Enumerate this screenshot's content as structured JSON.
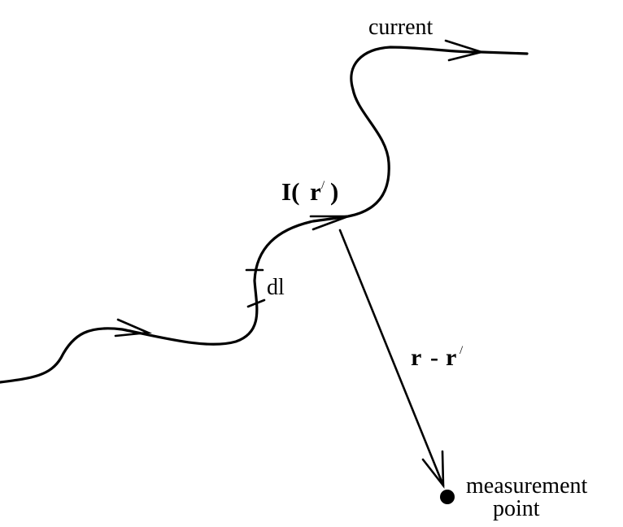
{
  "labels": {
    "current": "current",
    "current_symbol": "I(",
    "position_vector": "r",
    "prime": "/",
    "close_paren": ")",
    "element": "dl",
    "separation_r": "r",
    "separation_minus": "-",
    "separation_r2": "r",
    "separation_prime": "/",
    "measurement_line1": "measurement",
    "measurement_line2": "point"
  }
}
